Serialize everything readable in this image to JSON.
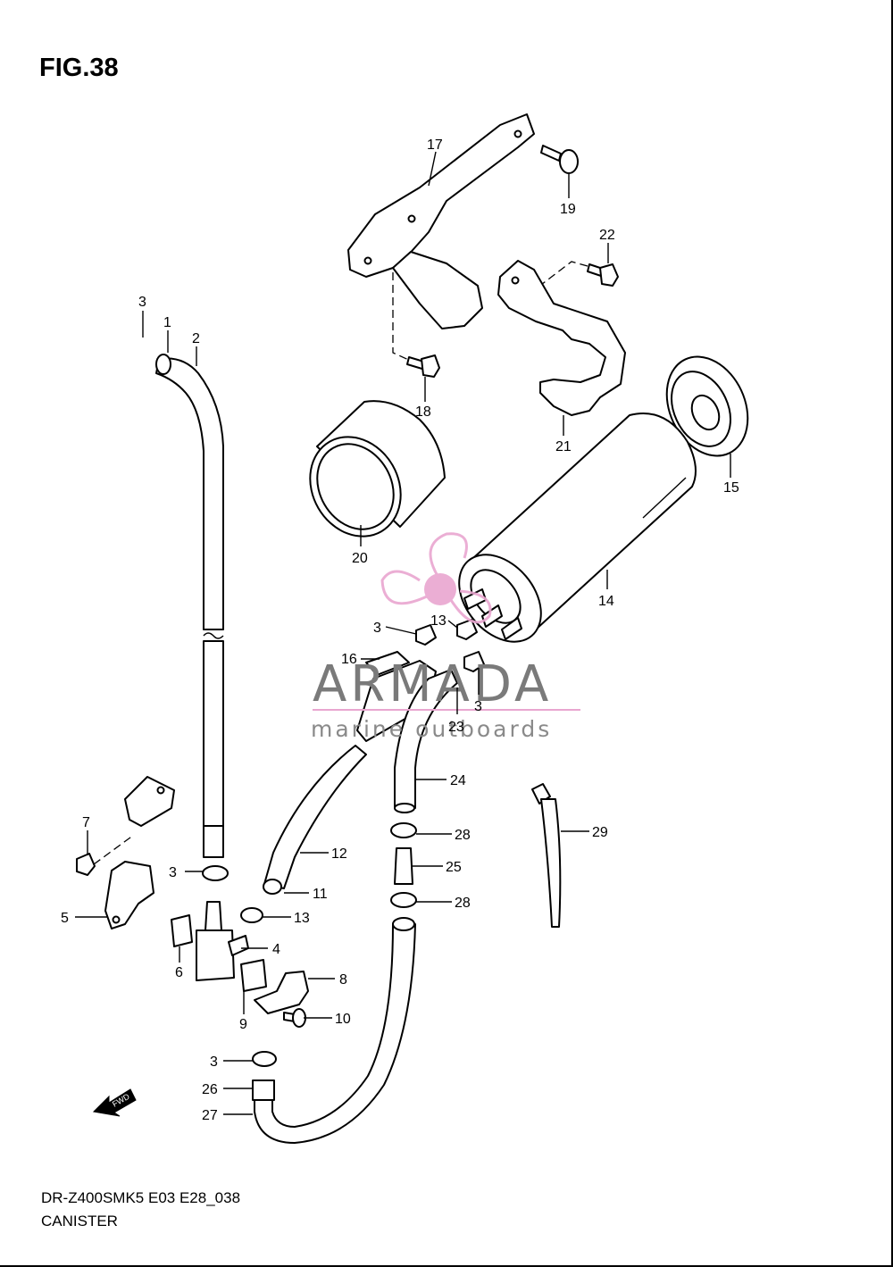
{
  "figure": {
    "title": "FIG.38"
  },
  "footer": {
    "code": "DR-Z400SMK5 E03 E28_038",
    "name": "CANISTER"
  },
  "watermark": {
    "brand": "ARMADA",
    "tagline": "marine outboards",
    "accent_color": "#e9a6d0",
    "line_color": "#e9a6d0"
  },
  "fwd_label": "FWD",
  "callouts": [
    "1",
    "2",
    "3",
    "4",
    "5",
    "6",
    "7",
    "8",
    "9",
    "10",
    "11",
    "12",
    "13",
    "14",
    "15",
    "16",
    "17",
    "18",
    "19",
    "20",
    "21",
    "22",
    "23",
    "24",
    "25",
    "26",
    "27",
    "28",
    "29"
  ]
}
